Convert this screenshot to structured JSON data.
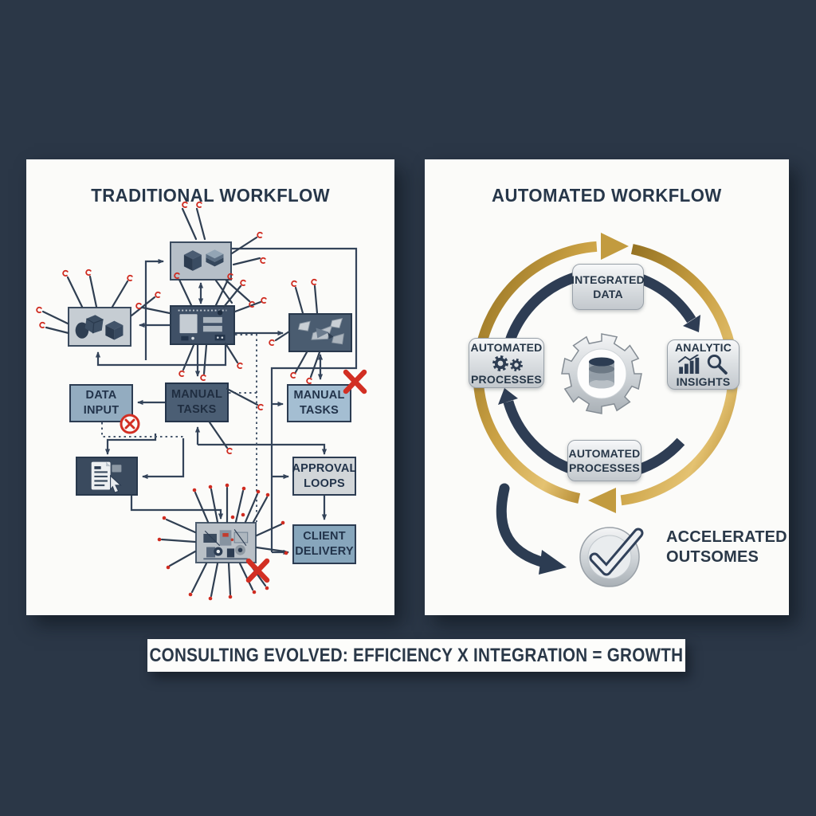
{
  "colors": {
    "background": "#2b3747",
    "panel": "#fbfbf9",
    "ink": "#2c3c52",
    "gold": "#c29b3f",
    "red": "#d22f23",
    "silver": "#d9dde1"
  },
  "left": {
    "title": "TRADITIONAL WORKFLOW",
    "boxes": {
      "data_input": {
        "l1": "DATA",
        "l2": "INPUT"
      },
      "manual_tasks_center": {
        "l1": "MANUAL",
        "l2": "TASKS"
      },
      "manual_tasks_right": {
        "l1": "MANUAL",
        "l2": "TASKS"
      },
      "approval_loops": {
        "l1": "APPROVAL",
        "l2": "LOOPS"
      },
      "client_delivery": {
        "l1": "CLIENT",
        "l2": "DELIVERY"
      }
    },
    "icons": {
      "top": "cubes-icon",
      "left": "shapes-icon",
      "center": "circuit-board-icon",
      "right": "broken-pieces-icon",
      "doc": "document-cursor-icon",
      "bottom": "cluttered-machine-icon"
    }
  },
  "right": {
    "title": "AUTOMATED WORKFLOW",
    "nodes": {
      "integrated_data": {
        "l1": "INTEGRATED",
        "l2": "DATA"
      },
      "automated_processes": {
        "l1": "AUTOMATED",
        "l2": "PROCESSES"
      },
      "analytic_insights": {
        "l1": "ANALYTIC",
        "l2": "INSIGHTS"
      },
      "automated_processes_bottom": {
        "l1": "AUTOMATED",
        "l2": "PROCESSES"
      }
    },
    "icons": {
      "center": "gear-database-icon",
      "left": "gears-icon",
      "right": "bar-chart-magnifier-icon",
      "outcome": "checkmark-circle-icon"
    },
    "outcome": {
      "l1": "ACCELERATED",
      "l2": "OUTSOMES"
    }
  },
  "caption": {
    "text": "CONSULTING EVOLVED: EFFICIENCY X INTEGRATION = GROWTH"
  }
}
